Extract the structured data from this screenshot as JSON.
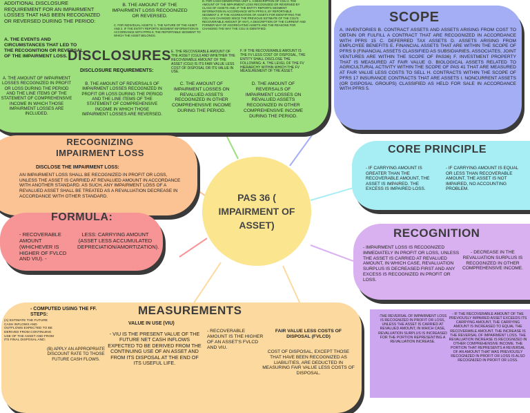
{
  "center": {
    "title": "PAS 36 ( IMPAIRMENT OF ASSET)"
  },
  "disclosures": {
    "title": "DISCLOSURES",
    "intro": "ADDITIONAL DISCLOSURE REQUIREMENT FOR AN IMPAIRMENT LOSSES THAT HAS BEEN RECOGNIZED OR REVERSED DURING THE PERIOD:",
    "a_head": "A. THE EVENTS AND CIRCUMSTANCES THAT LED TO THE RECOGNITION OR REVERSAL OF THE IMPAIRMENT LOSS.",
    "b_head": "B. THE AMOUNT OF THE IMPAIRMENT LOSS RECOGNIZED OR REVERSED.",
    "c_individual": "C. FOR INDIVIDUAL ASSETS: 1. THE NATURE OF THE ASSET AND 2. IF THE ENTITY REPORTS SEGMENT INFORMATION IN ACCORDANCE WITH PFRS 8, THE REPORTABLE SEGMENT TO WHICH THE ASSET BELONGS.",
    "d_cgu": "D. FOR CASH-GENERATING UNIT 1. A DESCRIPTION OF CGU 2. THE AMOUNT OF THE IMPAIRMENT LOSS RECOGNIZED OR REVERSED BY CLASS OF ASSETS AND, IF THE ENTITY REPORTS SEGMENT INFORMATION IN ACCORDANCE WITH PFRS 8, BY REPORTABLE SEGMENT 3. IF THE AGGREGATION OF ASSETS FOR IDENTIFYING THE CGU HAS CHANGED SINCE THE PREVIOUS ESTIMATE OF THE CGU'S RECOVERABLE AMOUNT (IF ANY), A DESCRIPTION OF THE CURRENT AND FORMER WAY OF AGGREGATING ASSETS AND THE REASONS FOR CHANGING THE WAY THE CGU IS IDENTIFIED.",
    "e_recoverable": "E. THE RECOVERABLE AMOUNT OF THE ASSET (CGU) AND WHETHER THE RECOVERABLE AMOUNT OF THE ASSET (CGU) IS ITS FAIR VALUE LESS COST OF DISPOSAL OR ITS VALUE IN USE.",
    "f_fair_value": "F. IF THE RECOVERABLE AMOUNT IS THE FV LESS COST OF DISPOSAL, THE ENTITY SHALL DISCLOSE THE FOLLOWING: A. THE LEVEL OF THE FV HIERARCHY WITHIN WHICH THE FV MEASUREMENT OF THE ASSET.",
    "req_title": "DISCLOSURE REQUIREMENTS:",
    "req_a": "A. THE AMOUNT OF IMPAIRMENT LOSSES RECOGNIZED IN PROFIT OR LOSS DURING THE PERIOD AND THE LINE ITEMS OF THE STATEMENT OF COMPREHENSIVE INCOME IN WHICH THOSE IMPAIRMENT LOSSES ARE INCLUDED.",
    "req_b": "B. THE AMOUNT OF REVERSALS OF IMPAIRMENT LOSSES RECOGNIZED IN PROFIT OR LOSS DURING THE PERIOD AND THE LINE ITEMS OF THE STATEMENT OF COMPREHENSIVE INCOME IN WHICH THOSE IMPAIRMENT LOSSES ARE REVERSED.",
    "req_c": "C. THE AMOUNT OF IMPAIRMENT LOSSES ON REVALUED ASSETS RECOGNIZED IN OTHER COMPREHENSIVE INCOME DURING THE PERIOD.",
    "req_d": "D. THE AMOUNT OF REVERSALS OF IMPAIRMENT LOSSES ON REVALUED ASSETS RECOGNIZED IN OTHER COMPREHENSIVE INCOME DURING THE PERIOD."
  },
  "scope": {
    "title": "SCOPE",
    "items": "A. INVENTORIES B. CONTRACT ASSETS AND ASSETS ARISING FROM COST TO OBTAIN OR FULFILL A CONTRACT THAT ARE RECOGNIZED IN ACCORDANCE WITH PFRS 15 C. DEFERRED TAX ASSETS D. ASSETS ARISING FROM EMPLOYEE BENEFITS E. FINANCIAL ASSETS THAT ARE WITHIN THE SCOPE OF PFRS 9 (FINANCIAL ASSETS CLASSIFIED AS SUBSIDIARIES, ASSOCIATES, JOINT VENTURES ARE WITHIN THE SCOPE OF PAS36) F. INVESTMENT PROPERTY THAT IS MEASURED AT FAIR VALUE G. BIOLOGICAL ASSETS RELATED TO AGRICULTURAL ACTIVITY WITHIN THE SCOPE OF PAS 41 THAT ARE MEASURED AT FAIR VALUE LESS COSTS TO SELL H. CONTRACTS WITHIN THE SCOPE OF PFRS 17 INSURANCE CONTRACTS THAT ARE ASSETS I. NONCURRENT ASSETS (OR DISPOSAL GROUPS) CLASSIFIED AS HELD FOR SALE IN ACCORDANCE WITH PFRS 5."
  },
  "recognizing": {
    "title": "RECOGNIZING IMPAIRMENT LOSS",
    "subtitle": "DISCLOSE THE IMPAIRMENT LOSS:",
    "body": "AN IMPAIRMENT LOSS SHALL BE RECOGNIZED IN PROFIT OR LOSS, UNLESS THE ASSET IS CARRIED AT REVALUED AMOUNT IN ACCORDANCE WITH ANOTHER STANDARD. AS SUCH, ANY IMPAIRMENT LOSS OF A REVALUED ASSET SHALL BE TREATED AS A REVALUATION DECREASE IN ACCORDANCE WITH OTHER STANDARD."
  },
  "formula": {
    "title": "FORMULA:",
    "left": "- RECOVERABLE AMOUNT (WHICHEVER IS HIGHER OF FVLCD AND VIU). -",
    "right": "LESS: CARRYING AMOUNT (ASSET LESS ACCUMULATED DEPRECIATION/AMORTIZATION)."
  },
  "core": {
    "title": "CORE PRINCIPLE",
    "left": "- IF CARRYING AMOUNT IS GREATER THAN THE RECOVERABLE AMOUNT, THE ASSET IS IMPAIRED. THE EXCESS IS IMPAIRED LOSS.",
    "right": "- IF CARRYING AMOUNT IS EQUAL OR LESS THAN RECOVERABLE AMOUNT, THE ASSET IS NOT IMPAIRED, NO ACCOUNTING PROBLEM."
  },
  "recognition": {
    "title": "RECOGNITION",
    "left": "- IMPAIRMENT LOSS IS RECOGNIZED IMMEDIATELY IN PROFIT OR LOSS, UNLESS THE ASSET IS CARRIED AT REVALUED AMOUNT, IN WHICH CASE, REVALUATION SURPLUS IS DECREASED FIRST AND ANY EXCESS IS RECOGNIZED IN PROFIT OR LOSS.",
    "right": "- DECREASE IN THE REVALUATION SURPLUS IS RECOGNIZED IN OTHER COMPREHENSIVE INCOME."
  },
  "reversal": {
    "left": "-THE REVERSAL OF IMPAIRMENT LOSS IS RECOGNIZED IN PROFIT OR LOSS, UNLESS THE ASSET IS CARRIED AT REVALUED AMOUNT, IN WHICH CASE, REVALUATION SURPLUS IS INCREASED FOR THE PORTION REPRESENTING A REVALUATION INCREASE.",
    "right": "- IF THE RECOVERABLE AMOUNT OF THE PREVIOUSLY IMPAIRED ASSET EXCEEDS ITS CARRYING AMOUNT, THE CARRYING AMOUNT IS INCREASED TO EQUAL THE RECOVERABLE AMOUNT. THE INCREASE IS THE REVERSAL OF IMPAIRMENT LOSS. THE REVALUATION INCREASE IS RECOGNIZED IN OTHER COMPREHENSIVE INCOME. THE PORTION THAT REPRESENTS A REVERSAL OF AN AMOUNT THAT WAS PREVIOUSLY RECOGNIZED IN PROFIT OR LOSS IS ALSO RECOGNIZED IN PROFIT OR LOSS."
  },
  "measurements": {
    "title": "MEASUREMENTS",
    "computed": "- COMPUTED USING THE FF. STEPS:",
    "step_a": "(A) ESTIMATE THE FUTURE CASH INFLOWS AND OUTFLOWS EXPECTED TO BE DERIVED FROM CONTINUING USE OF THE ASSET AND FROM ITS FINAL DISPOSAL AND;",
    "step_b": "(B) APPLY AN APPROPRIATE DISCOUNT RATE TO THOSE FUTURE CASH FLOWS.",
    "viu_title": "VALUE IN USE (VIU)",
    "viu_body": "- VIU IS THE PRESENT VALUE OF THE FUTURE NET CASH INFLOWS EXPECTED TO BE DERIVED FROM THE CONTINUING USE OF AN ASSET AND FROM ITS DISPOSAL AT THE END OF ITS USEFUL LIFE.",
    "recoverable": "- RECOVERABLE AMOUNT IS THE HIGHER OF AN ASSET'S FVLCD AND VIU.",
    "fvlcd_title": "FAIR VALUE LESS COSTS OF DISPOSAL (FVLCD)",
    "fvlcd_body": "COST OF DISPOSAL, EXCEPT THOSE THAT HAVE BEEN RECOGNIZED AS LIABILITIES, ARE DEDUCTED IN MEASURING FAIR VALUE LESS COSTS OF DISPOSAL."
  },
  "colors": {
    "disclosures": "#9ee07e",
    "scope": "#a4aef4",
    "recognizing": "#fbc294",
    "formula": "#f79596",
    "core": "#a6eef4",
    "recognition": "#d9b0f0",
    "reversal": "#cca6ee",
    "measurements": "#fcd99e",
    "center": "#fbe58f"
  }
}
